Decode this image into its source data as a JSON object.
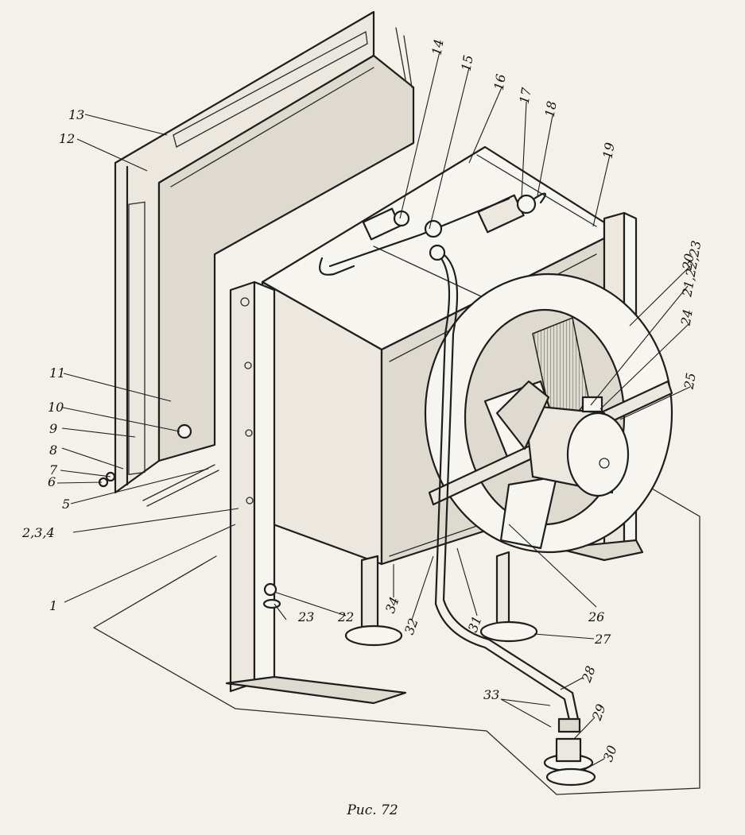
{
  "caption": "Рис. 72",
  "callouts": [
    "1",
    "2,3,4",
    "5",
    "6",
    "7",
    "8",
    "9",
    "10",
    "11",
    "12",
    "13",
    "14",
    "15",
    "16",
    "17",
    "18",
    "19",
    "20",
    "21,22,23",
    "24",
    "25",
    "26",
    "27",
    "28",
    "29",
    "30",
    "31",
    "32",
    "33",
    "34",
    "22",
    "23"
  ]
}
